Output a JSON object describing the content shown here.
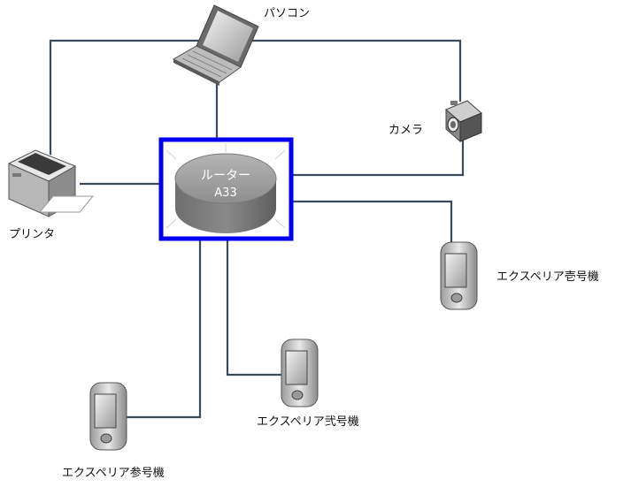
{
  "router": {
    "name": "ルーター",
    "model": "A33"
  },
  "devices": {
    "pc": "パソコン",
    "camera": "カメラ",
    "printer": "プリンタ",
    "phone1": "エクスペリア壱号機",
    "phone2": "エクスペリア弐号機",
    "phone3": "エクスペリア参号機"
  },
  "colors": {
    "link": "#3a4a5a",
    "highlight": "#0000ee",
    "router_body": "#8c8c8c",
    "router_top": "#a8a8a8"
  }
}
